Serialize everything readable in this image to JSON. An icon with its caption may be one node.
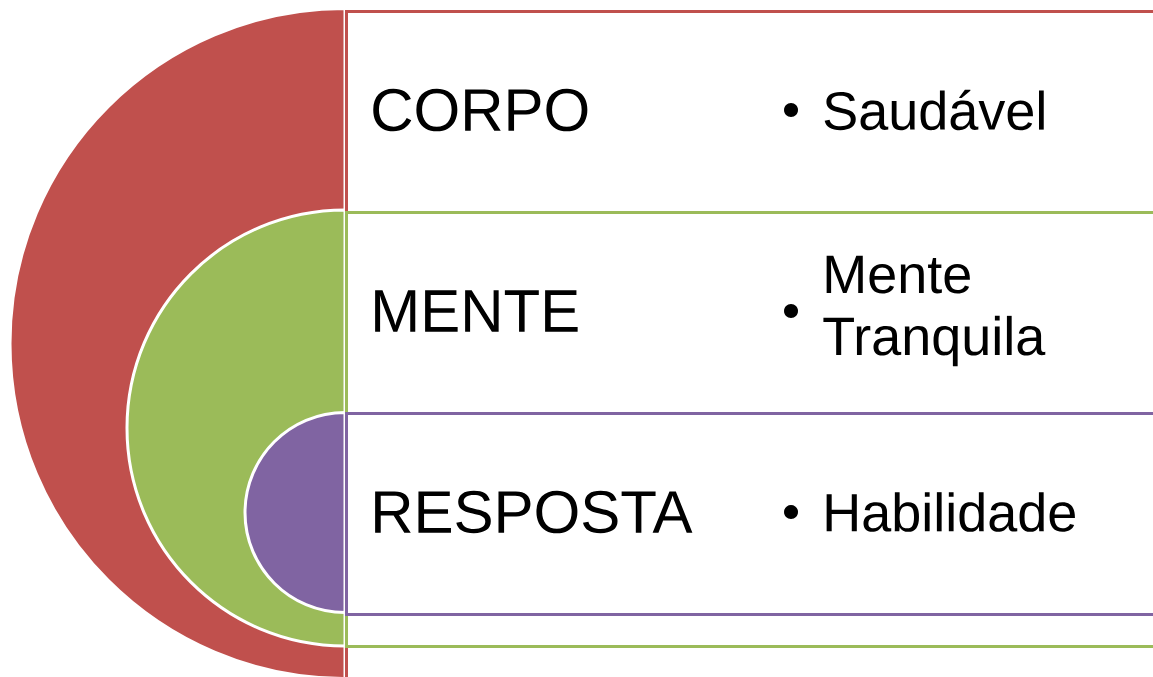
{
  "diagram": {
    "nodes": [
      {
        "text": [
          "CORPO",
          "Saudável"
        ]
      },
      {
        "text": [
          "MENTE",
          "Mente Tranquila"
        ],
        "in": 0
      },
      {
        "text": [
          "RESPOSTA",
          "Habilidade"
        ],
        "in": 1
      }
    ]
  }
}
